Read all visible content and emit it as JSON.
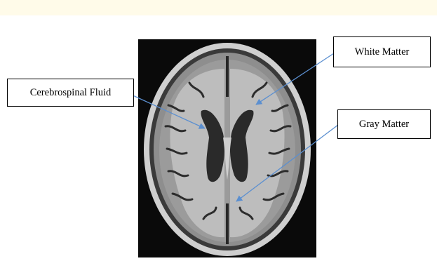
{
  "figure": {
    "labels": {
      "csf": "Cerebrospinal Fluid",
      "white": "White Matter",
      "gray": "Gray Matter"
    },
    "colors": {
      "background": "#ffffff",
      "top_band": "#fffbe9",
      "scan_background": "#0a0a0a",
      "scalp": "#c9c9c9",
      "gray_matter": "#9b9b9b",
      "white_matter": "#bdbdbd",
      "csf": "#2a2a2a",
      "arrow": "#5b8fd0",
      "label_border": "#000000"
    },
    "icons": [
      "arrow-icon"
    ]
  }
}
